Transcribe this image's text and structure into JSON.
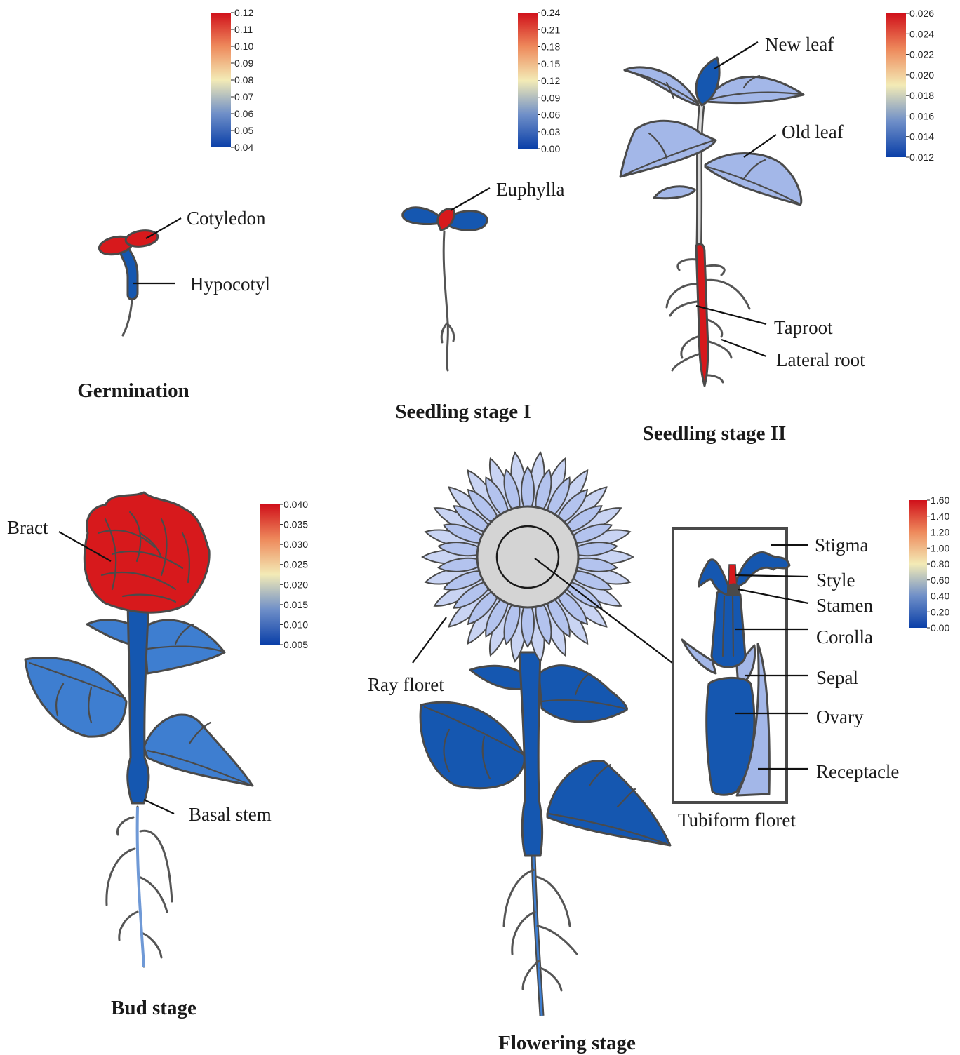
{
  "colors": {
    "red": "#d7191c",
    "dark_blue": "#1557b0",
    "medium_blue": "#3e7ed0",
    "light_blue": "#a3b7e8",
    "pale_blue": "#c9d4f3",
    "gray_disk": "#d4d4d4",
    "outline": "#4a4a4a"
  },
  "colorbars": {
    "germination": [
      "0.12",
      "0.11",
      "0.10",
      "0.09",
      "0.08",
      "0.07",
      "0.06",
      "0.05",
      "0.04"
    ],
    "seedling1": [
      "0.24",
      "0.21",
      "0.18",
      "0.15",
      "0.12",
      "0.09",
      "0.06",
      "0.03",
      "0.00"
    ],
    "seedling2": [
      "0.026",
      "0.024",
      "0.022",
      "0.020",
      "0.018",
      "0.016",
      "0.014",
      "0.012"
    ],
    "bud": [
      "0.040",
      "0.035",
      "0.030",
      "0.025",
      "0.020",
      "0.015",
      "0.010",
      "0.005"
    ],
    "flowering": [
      "1.60",
      "1.40",
      "1.20",
      "1.00",
      "0.80",
      "0.60",
      "0.40",
      "0.20",
      "0.00"
    ]
  },
  "stages": {
    "germination": {
      "title": "Germination",
      "labels": {
        "cotyledon": "Cotyledon",
        "hypocotyl": "Hypocotyl"
      }
    },
    "seedling1": {
      "title": "Seedling stage I",
      "labels": {
        "euphylla": "Euphylla"
      }
    },
    "seedling2": {
      "title": "Seedling stage II",
      "labels": {
        "new_leaf": "New leaf",
        "old_leaf": "Old leaf",
        "taproot": "Taproot",
        "lateral_root": "Lateral root"
      }
    },
    "bud": {
      "title": "Bud stage",
      "labels": {
        "bract": "Bract",
        "basal_stem": "Basal stem"
      }
    },
    "flowering": {
      "title": "Flowering stage",
      "labels": {
        "ray_floret": "Ray floret",
        "tubiform_floret": "Tubiform floret",
        "stigma": "Stigma",
        "style": "Style",
        "stamen": "Stamen",
        "corolla": "Corolla",
        "sepal": "Sepal",
        "ovary": "Ovary",
        "receptacle": "Receptacle"
      }
    }
  }
}
